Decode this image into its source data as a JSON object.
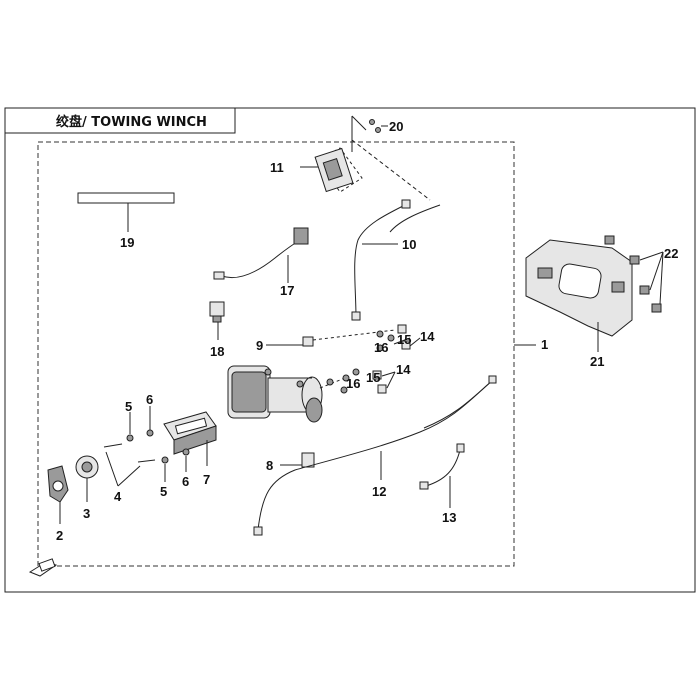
{
  "title": "绞盘/ TOWING WINCH",
  "callouts": [
    "1",
    "2",
    "3",
    "4",
    "5",
    "6",
    "7",
    "8",
    "9",
    "10",
    "11",
    "12",
    "13",
    "14",
    "15",
    "16",
    "17",
    "18",
    "19",
    "20",
    "21",
    "22"
  ]
}
